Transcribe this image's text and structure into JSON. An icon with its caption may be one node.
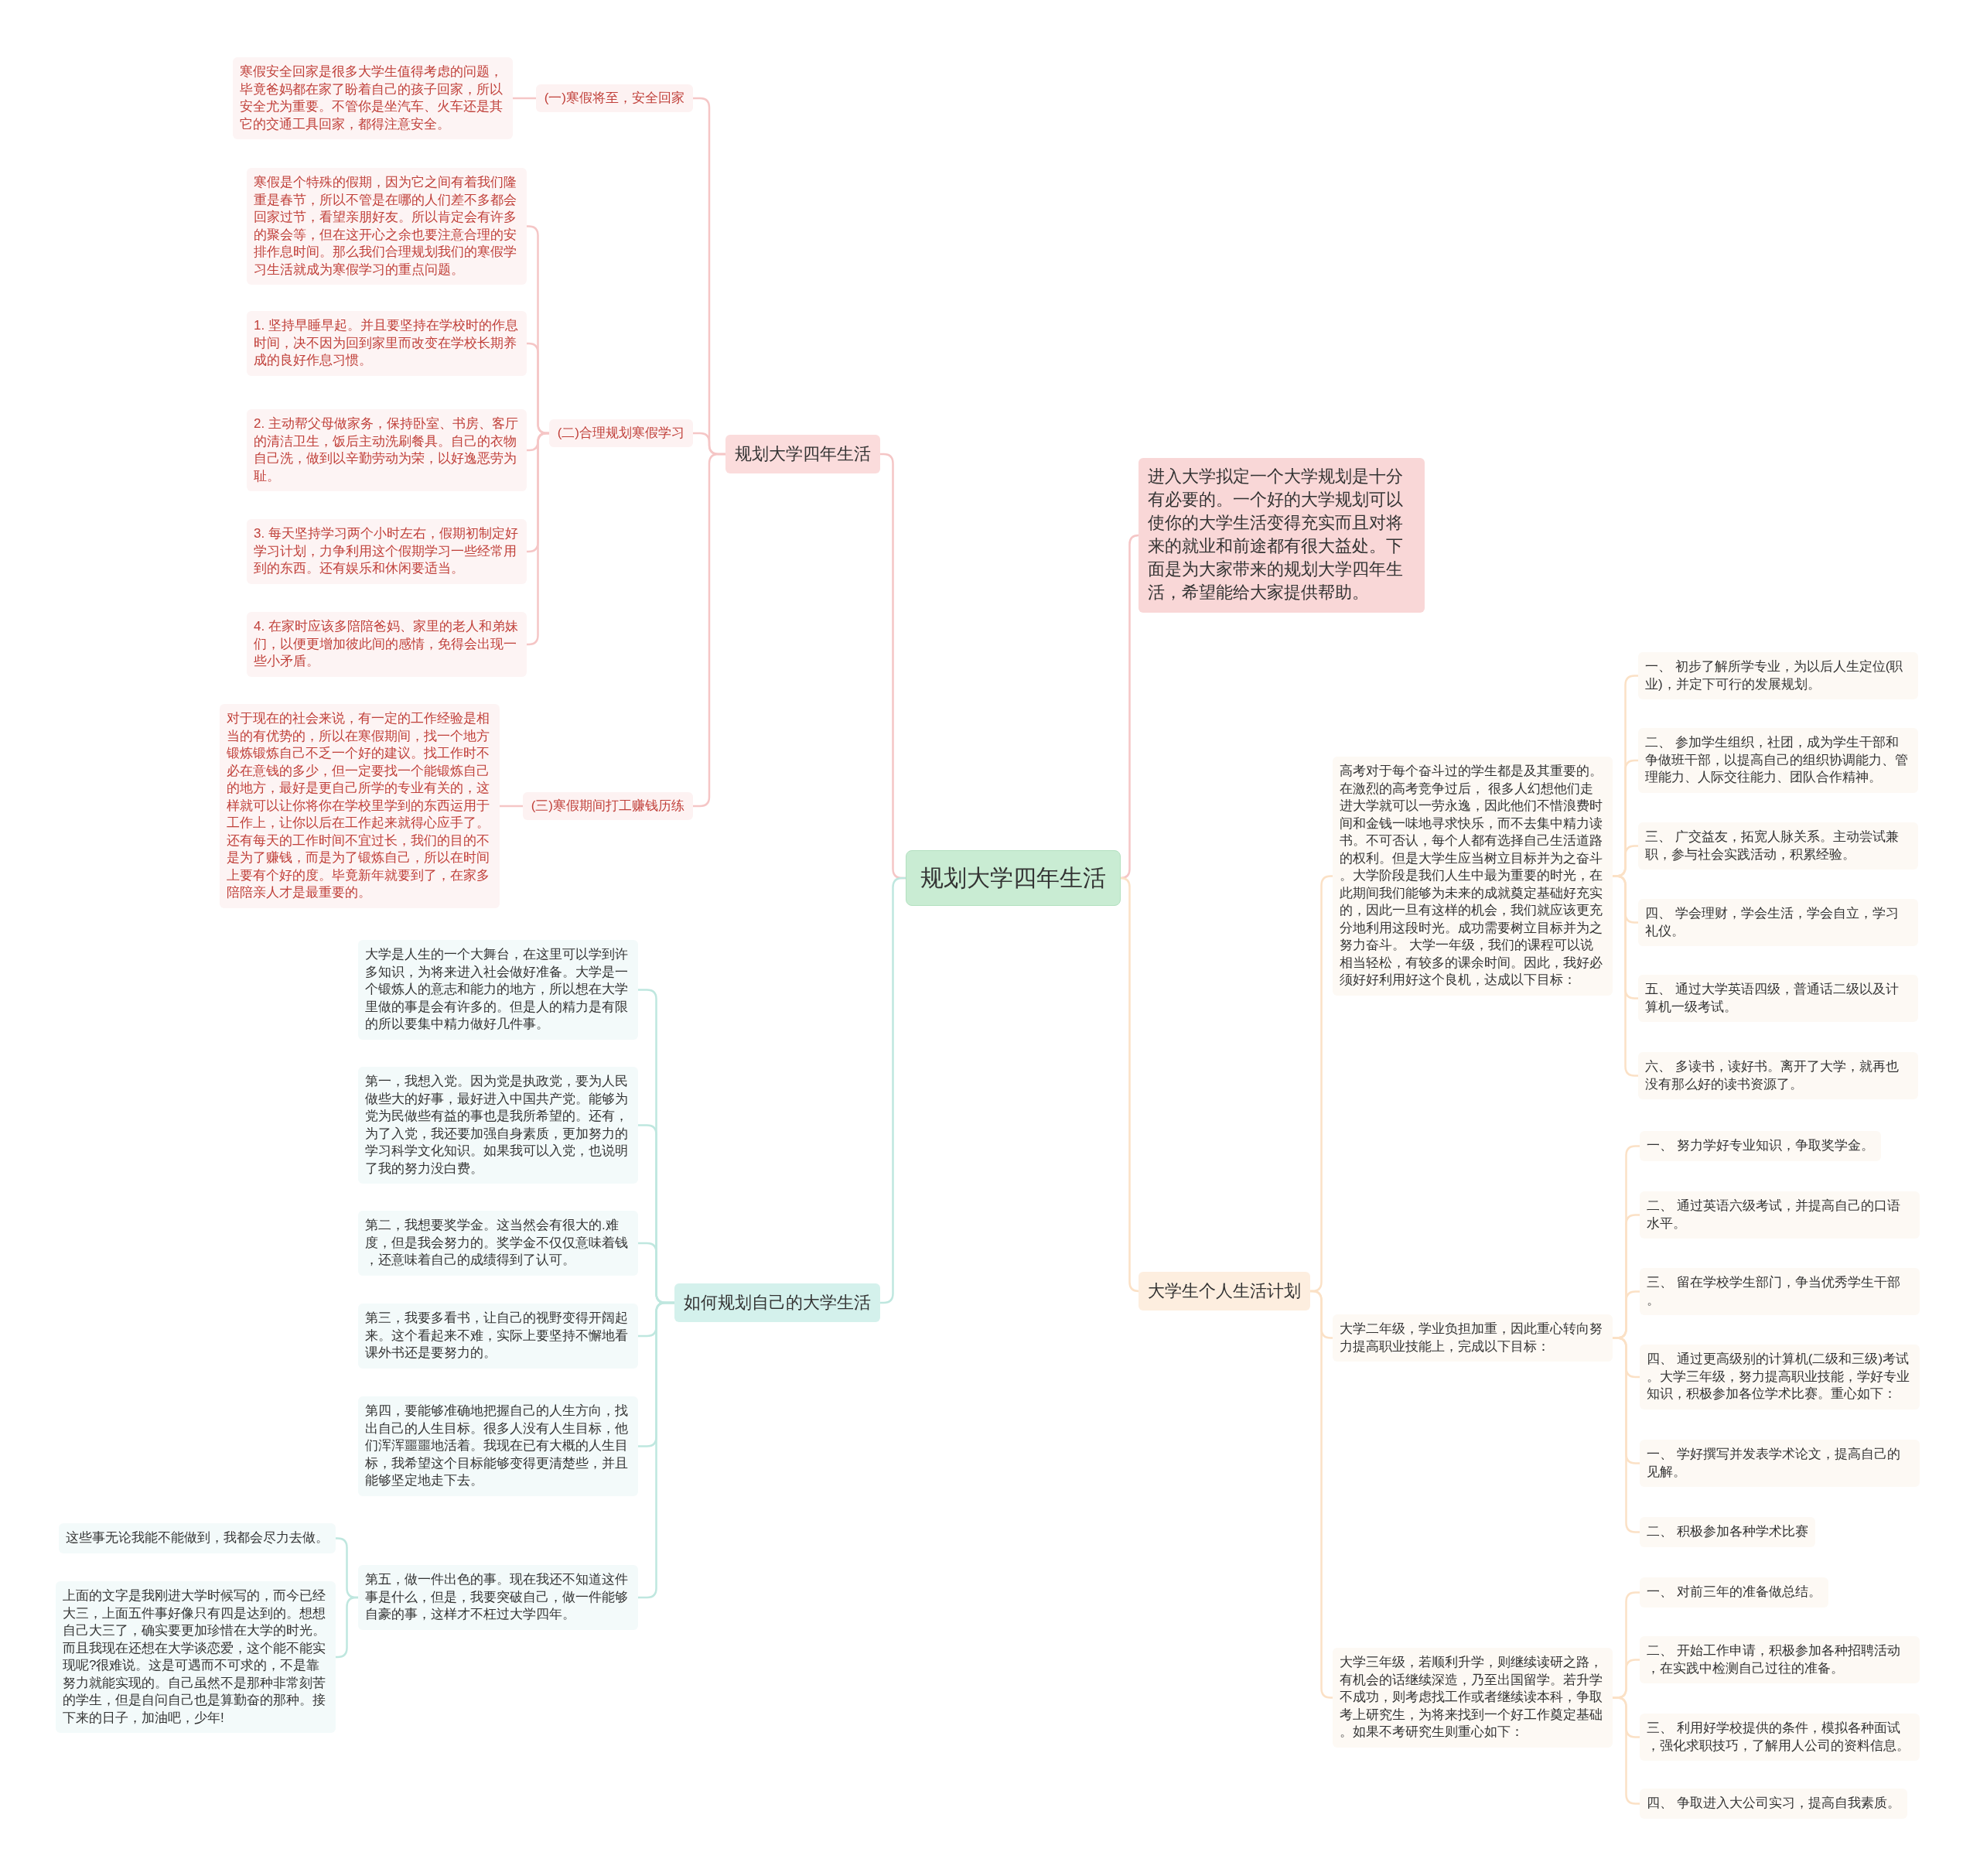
{
  "diagram": {
    "nodes": [
      {
        "text": [
          "规划大学四年生活"
        ]
      },
      {
        "text": [
          "规划大学四年生活"
        ]
      },
      {
        "text": [
          "(一)寒假将至，安全回家"
        ]
      },
      {
        "text": [
          "寒假安全回家是很多大学生值得考虑的问题，毕竟爸妈都在家了盼着自己的孩子回家，所以安全尤为重要。不管你是坐汽车、火车还是其它的交通工具回家，都得注意安全。"
        ]
      },
      {
        "text": [
          "(二)合理规划寒假学习"
        ]
      },
      {
        "text": [
          "寒假是个特殊的假期，因为它之间有着我们隆重是春节，所以不管是在哪的人们差不多都会回家过节，看望亲朋好友。所以肯定会有许多的聚会等，但在这开心之余也要注意合理的安排作息时间。那么我们合理规划我们的寒假学习生活就成为寒假学习的重点问题。"
        ]
      },
      {
        "text": [
          "1. 坚持早睡早起。并且要坚持在学校时的作息时间，决不因为回到家里而改变在学校长期养成的良好作息习惯。"
        ]
      },
      {
        "text": [
          "2. 主动帮父母做家务，保持卧室、书房、客厅的清洁卫生，饭后主动洗刷餐具。自己的衣物自己洗，做到以辛勤劳动为荣，以好逸恶劳为耻。"
        ]
      },
      {
        "text": [
          "3. 每天坚持学习两个小时左右，假期初制定好学习计划，力争利用这个假期学习一些经常用到的东西。还有娱乐和休闲要适当。"
        ]
      },
      {
        "text": [
          "4. 在家时应该多陪陪爸妈、家里的老人和弟妹们，以便更增加彼此间的感情，免得会出现一些小矛盾。"
        ]
      },
      {
        "text": [
          "(三)寒假期间打工赚钱历练"
        ]
      },
      {
        "text": [
          "对于现在的社会来说，有一定的工作经验是相当的有优势的，所以在寒假期间，找一个地方锻炼锻炼自己不乏一个好的建议。找工作时不必在意钱的多少，但一定要找一个能锻炼自己的地方，最好是更自己所学的专业有关的，这样就可以让你将你在学校里学到的东西运用于工作上，让你以后在工作起来就得心应手了。还有每天的工作时间不宜过长，我们的目的不是为了赚钱，而是为了锻炼自己，所以在时间上要有个好的度。毕竟新年就要到了，在家多陪陪亲人才是最重要的。"
        ]
      },
      {
        "text": [
          "如何规划自己的大学生活"
        ]
      },
      {
        "text": [
          "大学是人生的一个大舞台，在这里可以学到许多知识，为将来进入社会做好准备。大学是一个锻炼人的意志和能力的地方，所以想在大学里做的事是会有许多的。但是人的精力是有限的所以要集中精力做好几件事。"
        ]
      },
      {
        "text": [
          "第一，我想入党。因为党是执政党，要为人民做些大的好事，最好进入中国共产党。能够为党为民做些有益的事也是我所希望的。还有，为了入党，我还要加强自身素质，更加努力的学习科学文化知识。如果我可以入党，也说明了我的努力没白费。"
        ]
      },
      {
        "text": [
          "第二，我想要奖学金。这当然会有很大的.难度，但是我会努力的。奖学金不仅仅意味着钱，还意味着自己的成绩得到了认可。"
        ]
      },
      {
        "text": [
          "第三，我要多看书，让自己的视野变得开阔起来。这个看起来不难，实际上要坚持不懈地看课外书还是要努力的。"
        ]
      },
      {
        "text": [
          "第四，要能够准确地把握自己的人生方向，找出自己的人生目标。很多人没有人生目标，他们浑浑噩噩地活着。我现在已有大概的人生目标，我希望这个目标能够变得更清楚些，并且能够坚定地走下去。"
        ]
      },
      {
        "text": [
          "第五，做一件出色的事。现在我还不知道这件事是什么，但是，我要突破自己，做一件能够自豪的事，这样才不枉过大学四年。"
        ]
      },
      {
        "text": [
          "这些事无论我能不能做到，我都会尽力去做。"
        ]
      },
      {
        "text": [
          "上面的文字是我刚进大学时候写的，而今已经大三，上面五件事好像只有四是达到的。想想自己大三了，确实要更加珍惜在大学的时光。而且我现在还想在大学谈恋爱，这个能不能实现呢?很难说。这是可遇而不可求的，不是靠努力就能实现的。自己虽然不是那种非常刻苦的学生，但是自问自己也是算勤奋的那种。接下来的日子，加油吧，少年!"
        ]
      },
      {
        "text": [
          "进入大学拟定一个大学规划是十分有必要的。一个好的大学规划可以使你的大学生活变得充实而且对将来的就业和前途都有很大益处。下面是为大家带来的规划大学四年生活，希望能给大家提供帮助。"
        ]
      },
      {
        "text": [
          "大学生个人生活计划"
        ]
      },
      {
        "text": [
          "高考对于每个奋斗过的学生都是及其重要的。在激烈的高考竞争过后， 很多人幻想他们走进大学就可以一劳永逸，因此他们不惜浪费时间和金钱一味地寻求快乐，而不去集中精力读书。不可否认，每个人都有选择自己生活道路的权利。但是大学生应当树立目标并为之奋斗。大学阶段是我们人生中最为重要的时光，在此期间我们能够为未来的成就奠定基础好充实的，因此一旦有这样的机会，我们就应该更充分地利用这段时光。成功需要树立目标并为之努力奋斗。 大学一年级，我们的课程可以说相当轻松，有较多的课余时间。因此，我好必须好好利用好这个良机，达成以下目标："
        ]
      },
      {
        "text": [
          "一、 初步了解所学专业，为以后人生定位(职业)，并定下可行的发展规划。"
        ]
      },
      {
        "text": [
          "二、 参加学生组织，社团，成为学生干部和争做班干部，以提高自己的组织协调能力、管理能力、人际交往能力、团队合作精神。"
        ]
      },
      {
        "text": [
          "三、 广交益友，拓宽人脉关系。主动尝试兼职，参与社会实践活动，积累经验。"
        ]
      },
      {
        "text": [
          "四、 学会理财，学会生活，学会自立，学习礼仪。"
        ]
      },
      {
        "text": [
          "五、 通过大学英语四级，普通话二级以及计算机一级考试。"
        ]
      },
      {
        "text": [
          "六、 多读书，读好书。离开了大学，就再也没有那么好的读书资源了。"
        ]
      },
      {
        "text": [
          "大学二年级，学业负担加重，因此重心转向努力提高职业技能上，完成以下目标："
        ]
      },
      {
        "text": [
          "一、 努力学好专业知识，争取奖学金。"
        ]
      },
      {
        "text": [
          "二、 通过英语六级考试，并提高自己的口语水平。"
        ]
      },
      {
        "text": [
          "三、 留在学校学生部门，争当优秀学生干部。"
        ]
      },
      {
        "text": [
          "四、 通过更高级别的计算机(二级和三级)考试。大学三年级，努力提高职业技能，学好专业知识，积极参加各位学术比赛。重心如下："
        ]
      },
      {
        "text": [
          "一、 学好撰写并发表学术论文，提高自己的见解。"
        ]
      },
      {
        "text": [
          "二、 积极参加各种学术比赛"
        ]
      },
      {
        "text": [
          "大学三年级，若顺利升学，则继续读研之路，有机会的话继续深造，乃至出国留学。若升学不成功，则考虑找工作或者继续读本科，争取考上研究生，为将来找到一个好工作奠定基础。如果不考研究生则重心如下："
        ]
      },
      {
        "text": [
          "一、 对前三年的准备做总结。"
        ]
      },
      {
        "text": [
          "二、 开始工作申请，积极参加各种招聘活动，在实践中检测自己过往的准备。"
        ]
      },
      {
        "text": [
          "三、 利用好学校提供的条件，模拟各种面试，强化求职技巧，了解用人公司的资料信息。"
        ]
      },
      {
        "text": [
          "四、 争取进入大公司实习，提高自我素质。"
        ]
      }
    ],
    "edges": [
      {
        "from": 0,
        "to": 1,
        "arrow": "none",
        "color": "#f5c6c6"
      },
      {
        "from": 1,
        "to": 2,
        "arrow": "none",
        "color": "#f5c6c6"
      },
      {
        "from": 2,
        "to": 3,
        "arrow": "none",
        "color": "#f5c6c6"
      },
      {
        "from": 1,
        "to": 4,
        "arrow": "none",
        "color": "#f5c6c6"
      },
      {
        "from": 4,
        "to": 5,
        "arrow": "none",
        "color": "#f5c6c6"
      },
      {
        "from": 4,
        "to": 6,
        "arrow": "none",
        "color": "#f5c6c6"
      },
      {
        "from": 4,
        "to": 7,
        "arrow": "none",
        "color": "#f5c6c6"
      },
      {
        "from": 4,
        "to": 8,
        "arrow": "none",
        "color": "#f5c6c6"
      },
      {
        "from": 4,
        "to": 9,
        "arrow": "none",
        "color": "#f5c6c6"
      },
      {
        "from": 1,
        "to": 10,
        "arrow": "none",
        "color": "#f5c6c6"
      },
      {
        "from": 10,
        "to": 11,
        "arrow": "none",
        "color": "#f5c6c6"
      },
      {
        "from": 0,
        "to": 12,
        "arrow": "none",
        "color": "#bfe7df"
      },
      {
        "from": 12,
        "to": 13,
        "arrow": "none",
        "color": "#bfe7df"
      },
      {
        "from": 12,
        "to": 14,
        "arrow": "none",
        "color": "#bfe7df"
      },
      {
        "from": 12,
        "to": 15,
        "arrow": "none",
        "color": "#bfe7df"
      },
      {
        "from": 12,
        "to": 16,
        "arrow": "none",
        "color": "#bfe7df"
      },
      {
        "from": 12,
        "to": 17,
        "arrow": "none",
        "color": "#bfe7df"
      },
      {
        "from": 12,
        "to": 18,
        "arrow": "none",
        "color": "#bfe7df"
      },
      {
        "from": 18,
        "to": 19,
        "arrow": "none",
        "color": "#bfe7df"
      },
      {
        "from": 18,
        "to": 20,
        "arrow": "none",
        "color": "#bfe7df"
      },
      {
        "from": 0,
        "to": 21,
        "arrow": "none",
        "color": "#f5c6c6"
      },
      {
        "from": 0,
        "to": 22,
        "arrow": "none"
      },
      {
        "from": 22,
        "to": 23,
        "arrow": "none"
      },
      {
        "from": 23,
        "to": 24,
        "arrow": "none"
      },
      {
        "from": 23,
        "to": 25,
        "arrow": "none"
      },
      {
        "from": 23,
        "to": 26,
        "arrow": "none"
      },
      {
        "from": 23,
        "to": 27,
        "arrow": "none"
      },
      {
        "from": 23,
        "to": 28,
        "arrow": "none"
      },
      {
        "from": 23,
        "to": 29,
        "arrow": "none"
      },
      {
        "from": 22,
        "to": 30,
        "arrow": "none"
      },
      {
        "from": 30,
        "to": 31,
        "arrow": "none"
      },
      {
        "from": 30,
        "to": 32,
        "arrow": "none"
      },
      {
        "from": 30,
        "to": 33,
        "arrow": "none"
      },
      {
        "from": 30,
        "to": 34,
        "arrow": "none"
      },
      {
        "from": 30,
        "to": 35,
        "arrow": "none"
      },
      {
        "from": 30,
        "to": 36,
        "arrow": "none"
      },
      {
        "from": 22,
        "to": 37,
        "arrow": "none"
      },
      {
        "from": 37,
        "to": 38,
        "arrow": "none"
      },
      {
        "from": 37,
        "to": 39,
        "arrow": "none"
      },
      {
        "from": 37,
        "to": 40,
        "arrow": "none"
      },
      {
        "from": 37,
        "to": 41,
        "arrow": "none"
      }
    ]
  }
}
